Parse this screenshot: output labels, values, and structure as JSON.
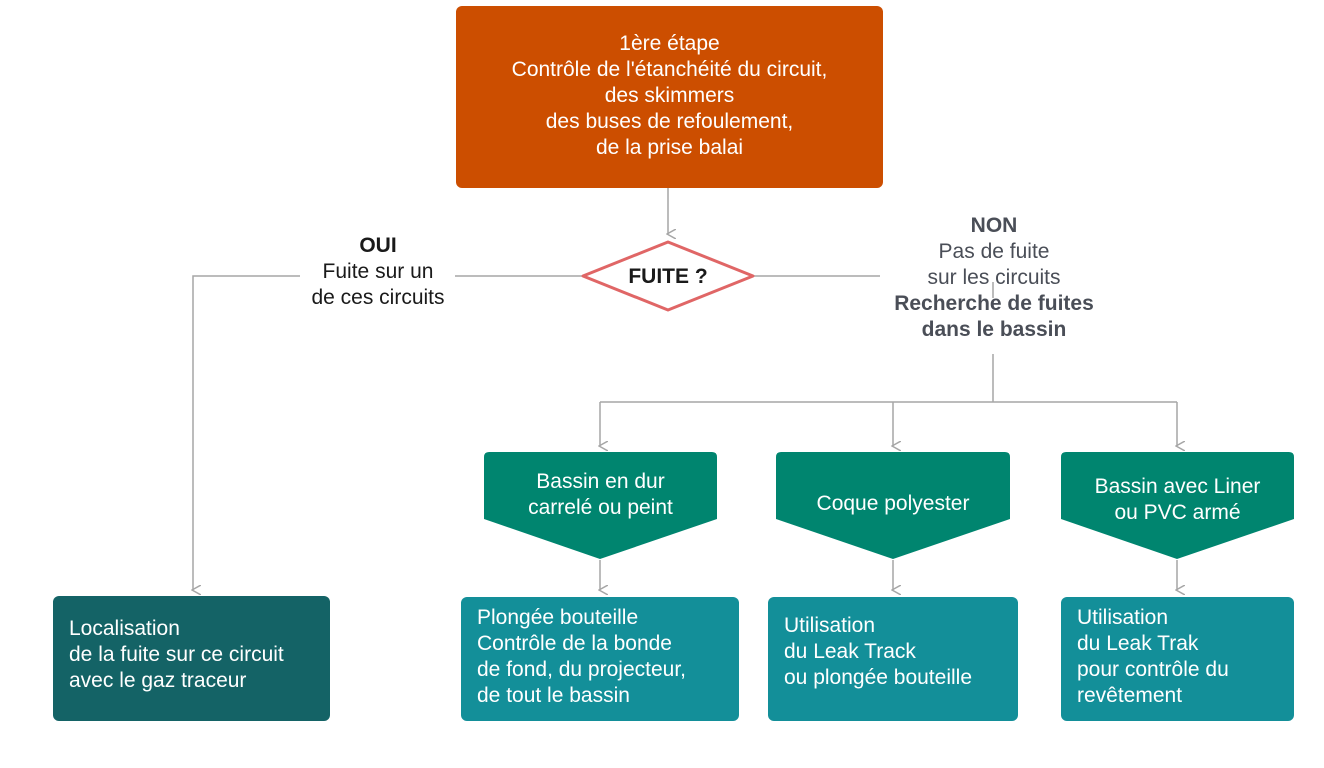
{
  "step1": {
    "lines": [
      "1ère étape",
      "Contrôle de l'étanchéité du circuit,",
      "des skimmers",
      "des buses de refoulement,",
      "de la prise balai"
    ]
  },
  "decision": {
    "label": "FUITE ?"
  },
  "branch_oui": {
    "title": "OUI",
    "lines": [
      "Fuite sur un",
      "de ces circuits"
    ]
  },
  "branch_non": {
    "title": "NON",
    "lines": [
      "Pas de fuite",
      "sur les circuits"
    ],
    "bold_lines": [
      "Recherche de fuites",
      "dans le bassin"
    ]
  },
  "localisation": {
    "lines": [
      "Localisation",
      "de la fuite sur ce circuit",
      "avec le gaz traceur"
    ]
  },
  "pool_types": [
    {
      "lines": [
        "Bassin en dur",
        "carrelé ou peint"
      ]
    },
    {
      "lines": [
        "Coque polyester"
      ]
    },
    {
      "lines": [
        "Bassin avec Liner",
        "ou PVC armé"
      ]
    }
  ],
  "results": [
    {
      "lines": [
        "Plongée bouteille",
        "Contrôle de la bonde",
        "de fond, du projecteur,",
        "de tout le bassin"
      ]
    },
    {
      "lines": [
        "Utilisation",
        "du Leak Track",
        "ou plongée bouteille"
      ]
    },
    {
      "lines": [
        "Utilisation",
        "du Leak Trak",
        "pour contrôle du",
        "revêtement"
      ]
    }
  ],
  "colors": {
    "step1": "#cc4e00",
    "decision_border": "#e06666",
    "pool_type": "#00856f",
    "result": "#138f99",
    "localisation": "#146366",
    "connector": "#a6a6a6"
  }
}
